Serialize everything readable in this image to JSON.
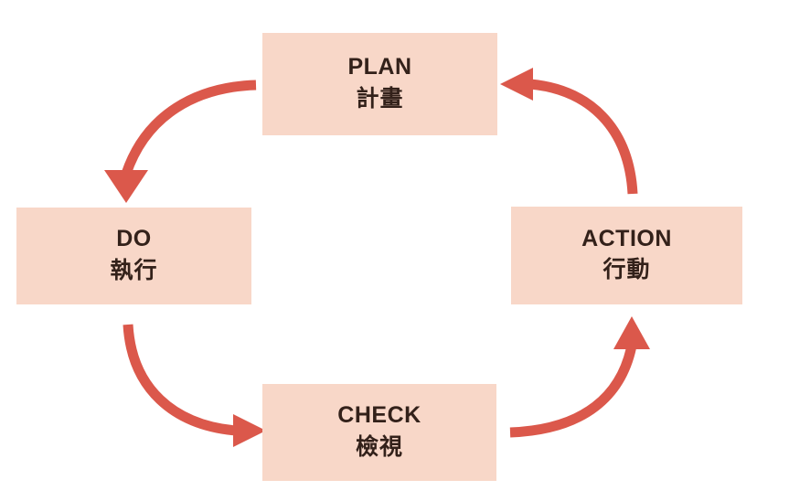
{
  "diagram": {
    "type": "cycle",
    "name": "PDCA cycle",
    "direction": "clockwise",
    "colors": {
      "box_fill": "#f8d7c8",
      "arrow": "#db584b",
      "text": "#33211a",
      "background": "#ffffff"
    },
    "nodes": [
      {
        "id": "plan",
        "title": "PLAN",
        "subtitle": "計畫",
        "position": "top"
      },
      {
        "id": "do",
        "title": "DO",
        "subtitle": "執行",
        "position": "left"
      },
      {
        "id": "action",
        "title": "ACTION",
        "subtitle": "行動",
        "position": "right"
      },
      {
        "id": "check",
        "title": "CHECK",
        "subtitle": "檢視",
        "position": "bottom"
      }
    ],
    "arrows": [
      {
        "id": "plan-to-do",
        "from": "plan",
        "to": "do",
        "head": "down"
      },
      {
        "id": "do-to-check",
        "from": "do",
        "to": "check",
        "head": "right"
      },
      {
        "id": "check-to-action",
        "from": "check",
        "to": "action",
        "head": "up"
      },
      {
        "id": "action-to-plan",
        "from": "action",
        "to": "plan",
        "head": "left"
      }
    ]
  }
}
